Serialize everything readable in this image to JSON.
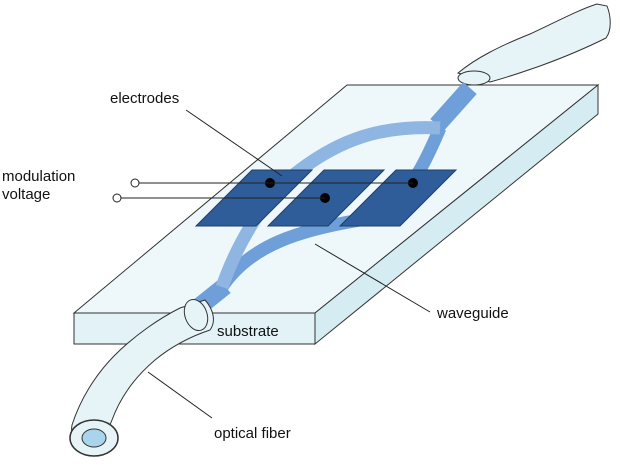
{
  "labels": {
    "electrodes": "electrodes",
    "modulation_line1": "modulation",
    "modulation_line2": "voltage",
    "waveguide": "waveguide",
    "substrate": "substrate",
    "optical_fiber": "optical fiber"
  },
  "colors": {
    "fiber_fill": "#e6f4f8",
    "fiber_core": "#a9d5ec",
    "substrate_top": "#eef8fb",
    "substrate_side": "#e2f2f7",
    "waveguide": "#6f9fd8",
    "waveguide_light": "#8fb6e2",
    "electrode": "#2f5d9a",
    "outline": "#333333"
  }
}
